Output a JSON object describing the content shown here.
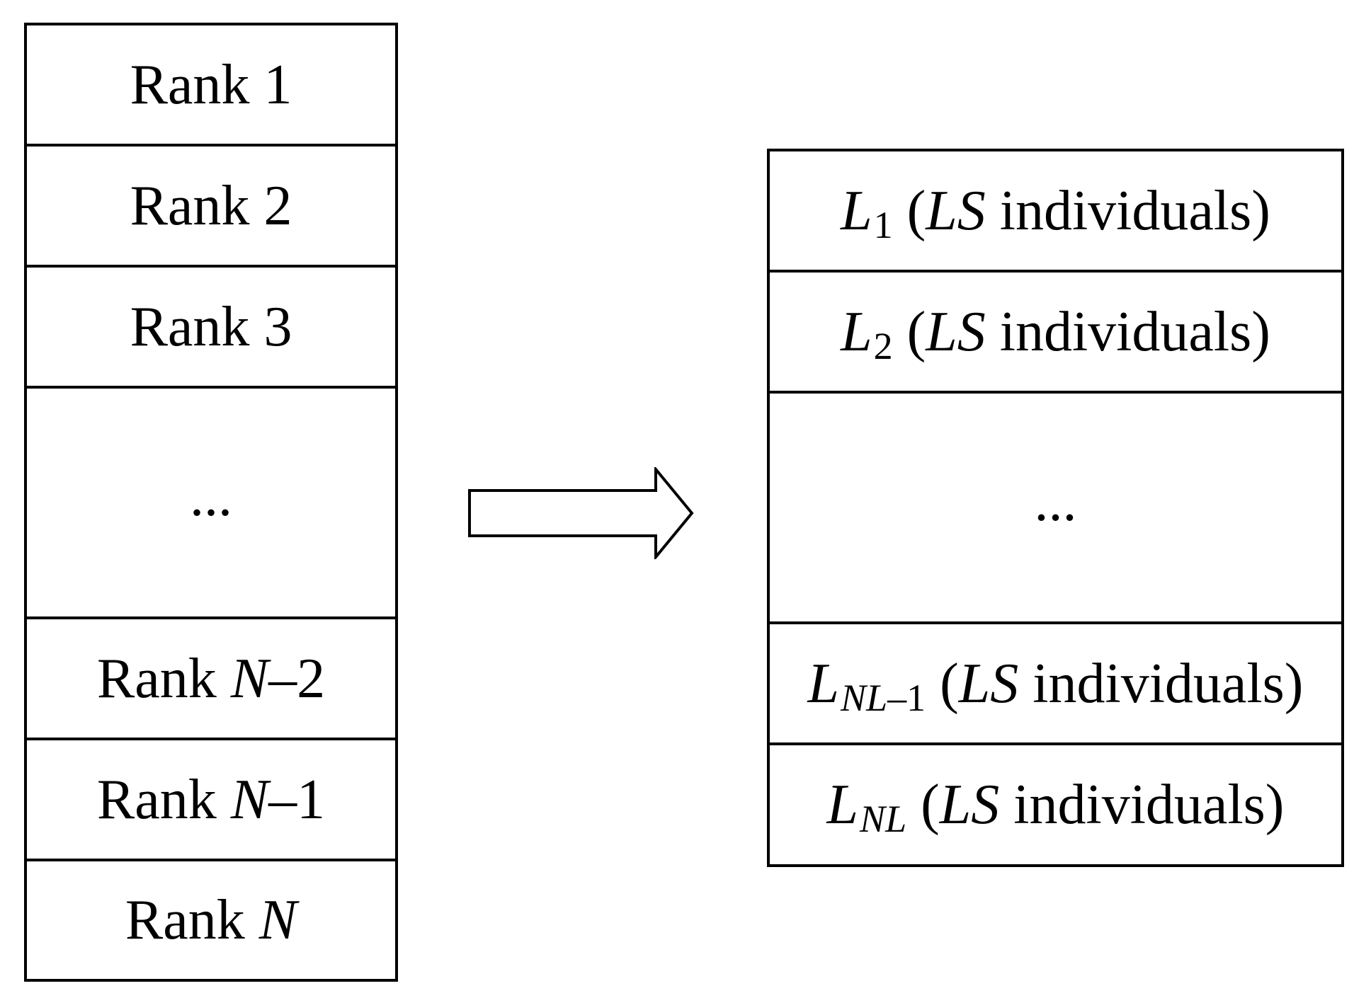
{
  "left_stack": {
    "rank1": {
      "prefix": "Rank",
      "num": "1"
    },
    "rank2": {
      "prefix": "Rank",
      "num": "2"
    },
    "rank3": {
      "prefix": "Rank",
      "num": "3"
    },
    "ellipsis": "...",
    "rank_n2": {
      "prefix": "Rank",
      "var": "N",
      "suffix": "–2"
    },
    "rank_n1": {
      "prefix": "Rank",
      "var": "N",
      "suffix": "–1"
    },
    "rank_n": {
      "prefix": "Rank",
      "var": "N"
    }
  },
  "right_stack": {
    "row1": {
      "var": "L",
      "sub": "1",
      "open": "(",
      "ls": "LS",
      "text": "individuals)"
    },
    "row2": {
      "var": "L",
      "sub": "2",
      "open": "(",
      "ls": "LS",
      "text": "individuals)"
    },
    "ellipsis": "...",
    "row_nl1": {
      "var": "L",
      "sub_var": "NL",
      "sub_suffix": "–1",
      "open": "(",
      "ls": "LS",
      "text": "individuals)"
    },
    "row_nl": {
      "var": "L",
      "sub_var": "NL",
      "open": "(",
      "ls": "LS",
      "text": "individuals)"
    }
  }
}
